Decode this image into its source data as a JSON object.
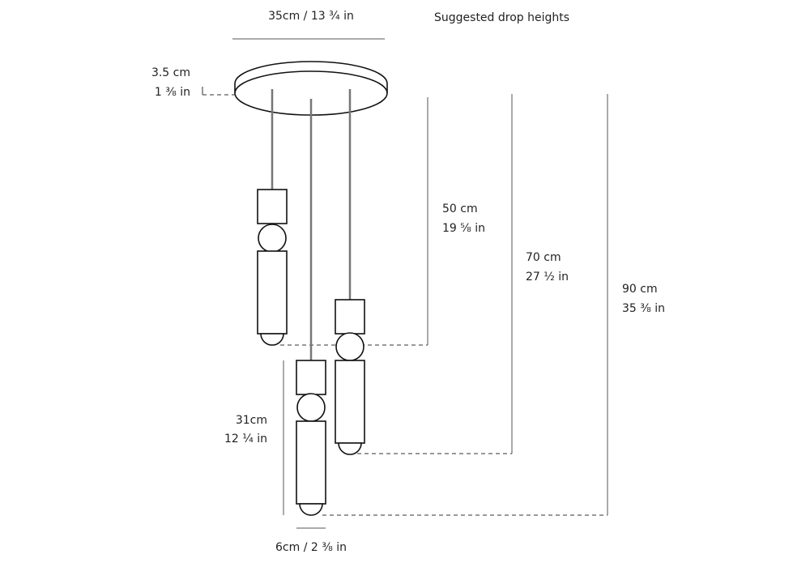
{
  "title": "Suggested drop heights",
  "canopy_width": "35cm / 13 ¾ in",
  "canopy_height": {
    "cm": "3.5 cm",
    "in": "1 ⅜ in"
  },
  "drops": [
    {
      "cm": "50 cm",
      "in": "19 ⅝ in"
    },
    {
      "cm": "70 cm",
      "in": "27 ½ in"
    },
    {
      "cm": "90 cm",
      "in": "35 ⅜ in"
    }
  ],
  "pendant_height": {
    "cm": "31cm",
    "in": "12 ¼ in"
  },
  "pendant_width": "6cm / 2 ⅜ in"
}
